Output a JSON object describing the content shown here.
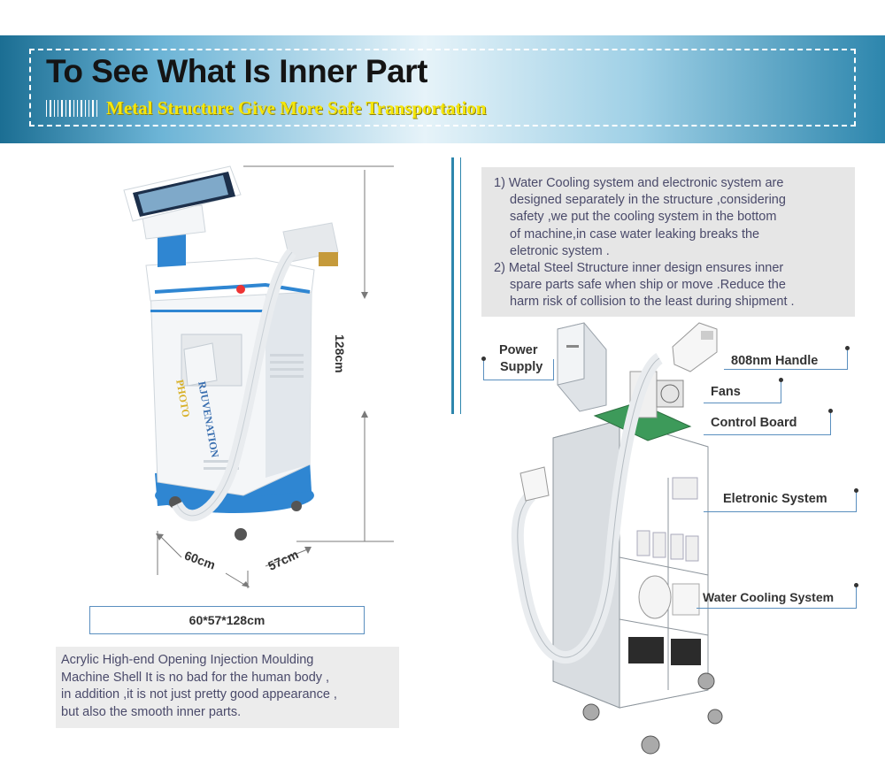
{
  "banner": {
    "title": "To See What Is Inner Part",
    "subtitle": "Metal Structure Give More Safe Transportation"
  },
  "machine_left": {
    "height_label": "128cm",
    "width_label": "60cm",
    "depth_label": "57cm",
    "side_text_1": "PHOTO",
    "side_text_2": "RJUVENATION"
  },
  "size_box": {
    "text": "60*57*128cm"
  },
  "description": {
    "lines": [
      "Acrylic High-end Opening Injection Moulding",
      "Machine Shell It is no bad for the human body ,",
      "in addition ,it is not just pretty good appearance ,",
      "but also the smooth inner parts."
    ]
  },
  "info": {
    "point1": [
      "1) Water Cooling system and electronic system are",
      "designed separately in the structure ,considering",
      "safety ,we put the cooling system in the bottom",
      "of machine,in case water leaking breaks the",
      "eletronic system ."
    ],
    "point2": [
      "2) Metal Steel Structure inner design ensures inner",
      "spare parts safe when ship or move .Reduce the",
      "harm risk of collision to the least during shipment ."
    ]
  },
  "callouts": {
    "power_supply_1": "Power",
    "power_supply_2": "Supply",
    "handle": "808nm Handle",
    "fans": "Fans",
    "control_board": "Control Board",
    "electronic_system": "Eletronic System",
    "water_cooling": "Water Cooling System"
  },
  "colors": {
    "accent_blue": "#2d86ad",
    "machine_blue": "#2f86d2",
    "subtitle_yellow": "#f5e60a"
  }
}
